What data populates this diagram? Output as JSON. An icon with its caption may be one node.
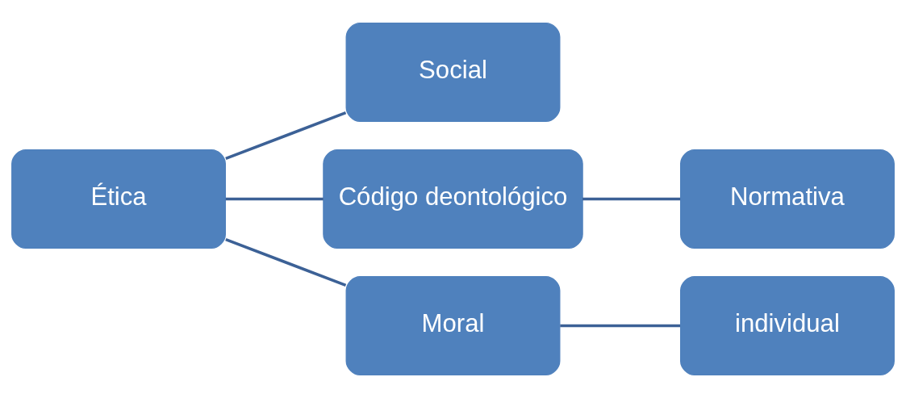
{
  "diagram": {
    "nodes": [
      {
        "text": [
          "Ética"
        ]
      },
      {
        "text": [
          "Social"
        ]
      },
      {
        "text": [
          "Código deontológico"
        ]
      },
      {
        "text": [
          "Moral"
        ]
      },
      {
        "text": [
          "Normativa"
        ]
      },
      {
        "text": [
          "individual"
        ]
      }
    ],
    "edges": [
      {
        "from": 0,
        "to": 1,
        "arrow": "none"
      },
      {
        "from": 0,
        "to": 2,
        "arrow": "none"
      },
      {
        "from": 0,
        "to": 3,
        "arrow": "none"
      },
      {
        "from": 2,
        "to": 4,
        "arrow": "none"
      },
      {
        "from": 3,
        "to": 5,
        "arrow": "none"
      }
    ]
  }
}
